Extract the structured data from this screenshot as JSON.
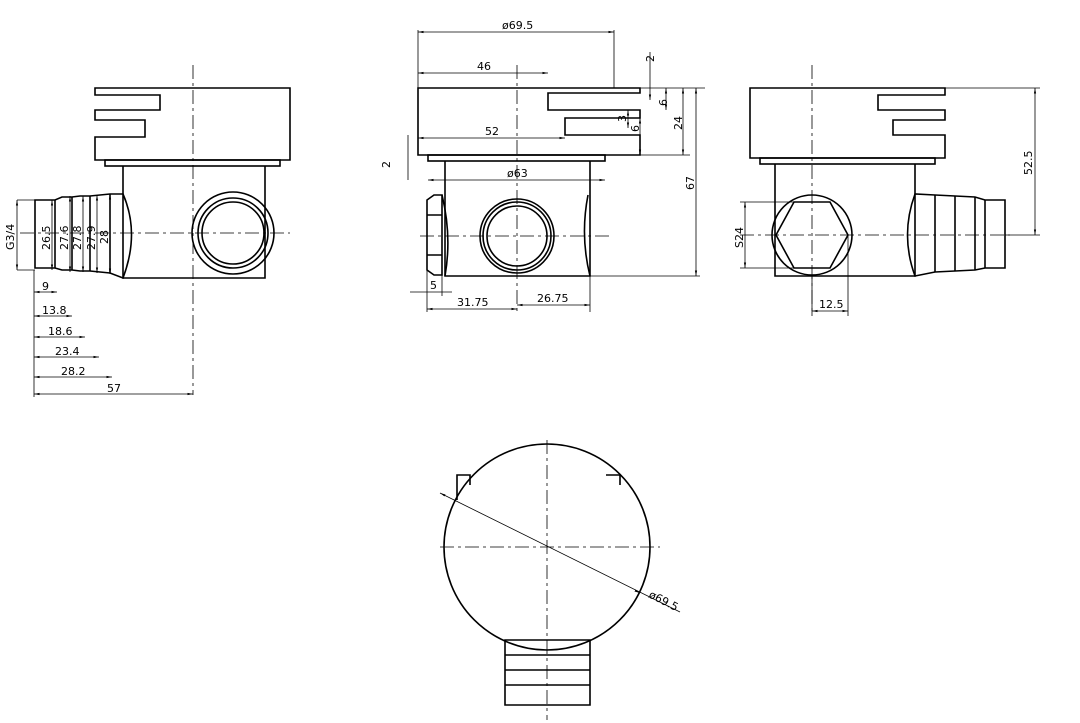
{
  "drawing": {
    "left_view": {
      "thread": "G3/4",
      "diameters": [
        "26.5",
        "27.6",
        "27.8",
        "27.9",
        "28"
      ],
      "lengths": [
        "9",
        "13.8",
        "18.6",
        "23.4",
        "28.2",
        "57"
      ]
    },
    "front_view": {
      "cap_diameter": "ø69.5",
      "slot1_length": "46",
      "slot2_length": "52",
      "collar_diameter": "ø63",
      "collar_thickness": "2",
      "top_gap": "2",
      "slot_height_1": "6",
      "slot_gap": "3",
      "slot_height_2": "6",
      "cap_height": "24",
      "total_height": "67",
      "nut_width": "5",
      "left_offset": "31.75",
      "right_offset": "26.75"
    },
    "right_view": {
      "height": "52.5",
      "hex": "S24",
      "hex_width": "12.5"
    },
    "bottom_view": {
      "diameter": "ø69.5"
    }
  }
}
